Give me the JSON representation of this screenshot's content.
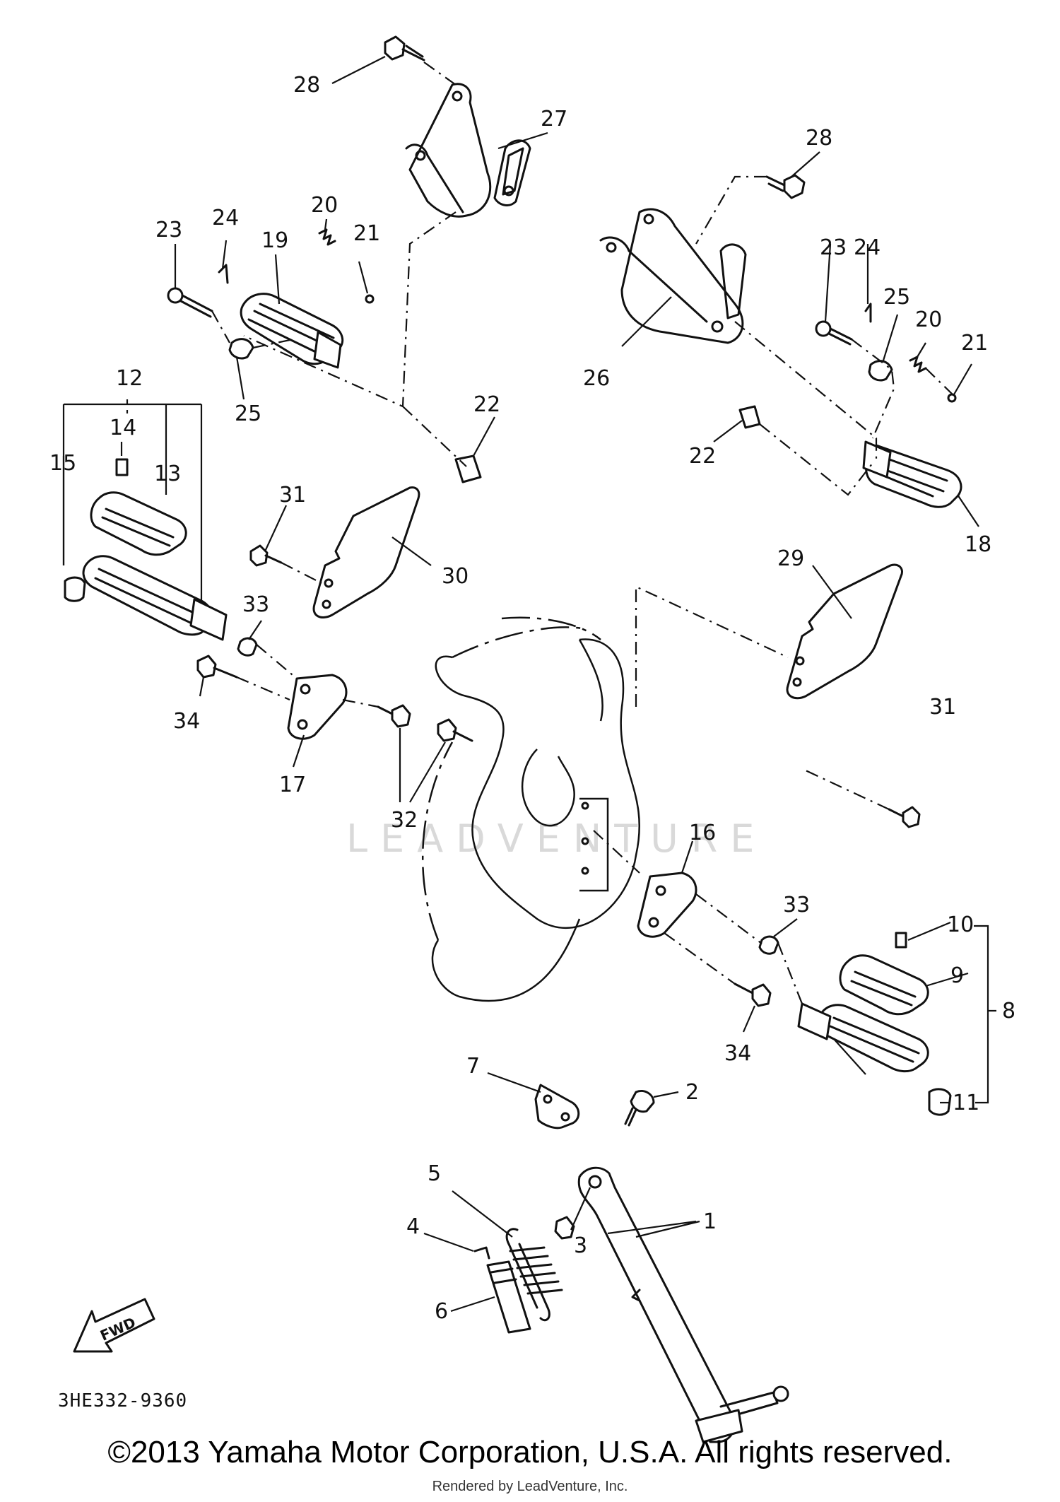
{
  "diagram_code": "3HE332-9360",
  "fwd_label": "FWD",
  "watermark": "LEADVENTURE",
  "copyright": "©2013 Yamaha Motor Corporation, U.S.A. All rights reserved.",
  "rendered_by": "Rendered by LeadVenture, Inc.",
  "callouts": {
    "c1": "1",
    "c2": "2",
    "c3": "3",
    "c4": "4",
    "c5": "5",
    "c6": "6",
    "c7": "7",
    "c8": "8",
    "c9": "9",
    "c10": "10",
    "c11": "11",
    "c12": "12",
    "c13": "13",
    "c14": "14",
    "c15": "15",
    "c16": "16",
    "c17": "17",
    "c18": "18",
    "c19": "19",
    "c20a": "20",
    "c20b": "20",
    "c21a": "21",
    "c21b": "21",
    "c22a": "22",
    "c22b": "22",
    "c23a": "23",
    "c23b": "23",
    "c24a": "24",
    "c24b": "24",
    "c25a": "25",
    "c25b": "25",
    "c26": "26",
    "c27": "27",
    "c28a": "28",
    "c28b": "28",
    "c29": "29",
    "c30": "30",
    "c31a": "31",
    "c31b": "31",
    "c32": "32",
    "c33a": "33",
    "c33b": "33",
    "c34a": "34",
    "c34b": "34"
  }
}
